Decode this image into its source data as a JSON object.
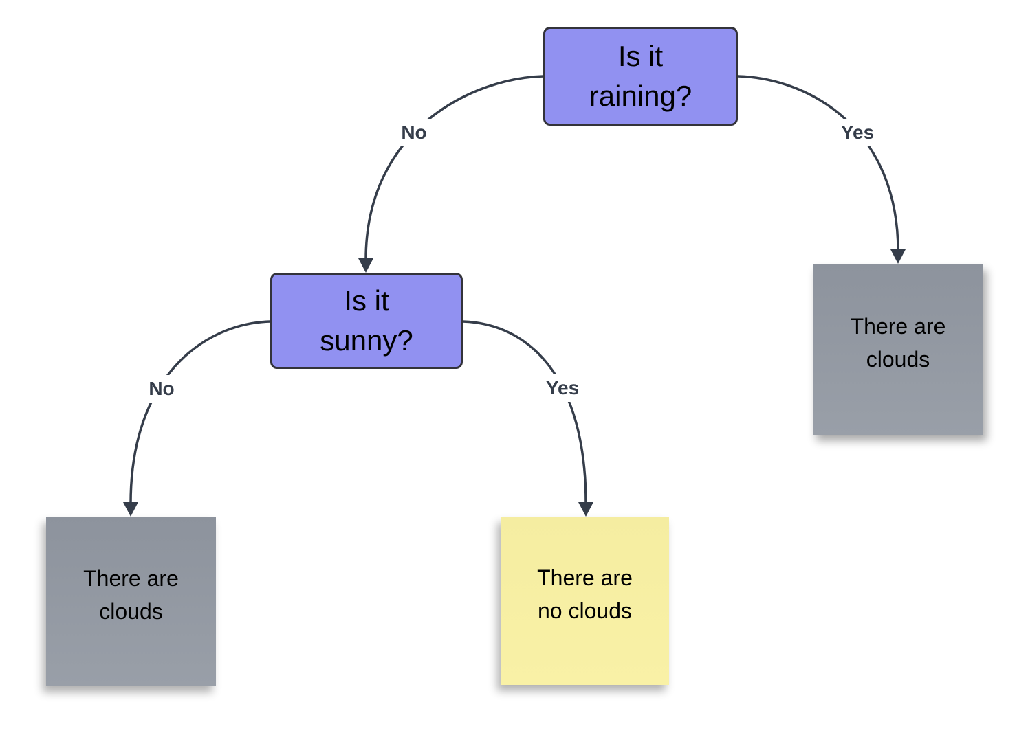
{
  "nodes": {
    "q_raining": {
      "label": "Is it raining?"
    },
    "q_sunny": {
      "label": "Is it sunny?"
    },
    "note_clouds_right": {
      "label": "There are clouds"
    },
    "note_clouds_left": {
      "label": "There are clouds"
    },
    "note_no_clouds": {
      "label": "There are no clouds"
    }
  },
  "edges": {
    "raining_no": {
      "label": "No",
      "from": "q_raining",
      "to": "q_sunny"
    },
    "raining_yes": {
      "label": "Yes",
      "from": "q_raining",
      "to": "note_clouds_right"
    },
    "sunny_no": {
      "label": "No",
      "from": "q_sunny",
      "to": "note_clouds_left"
    },
    "sunny_yes": {
      "label": "Yes",
      "from": "q_sunny",
      "to": "note_no_clouds"
    }
  },
  "colors": {
    "decision_fill": "#9191f1",
    "decision_border": "#33333a",
    "edge": "#353d4a",
    "note_gray_top": "#8d939d",
    "note_gray_bottom": "#999fa8",
    "note_yellow_top": "#f5eda1",
    "note_yellow_bottom": "#f9f1a6",
    "node_text": "#000000",
    "background": "#ffffff"
  }
}
